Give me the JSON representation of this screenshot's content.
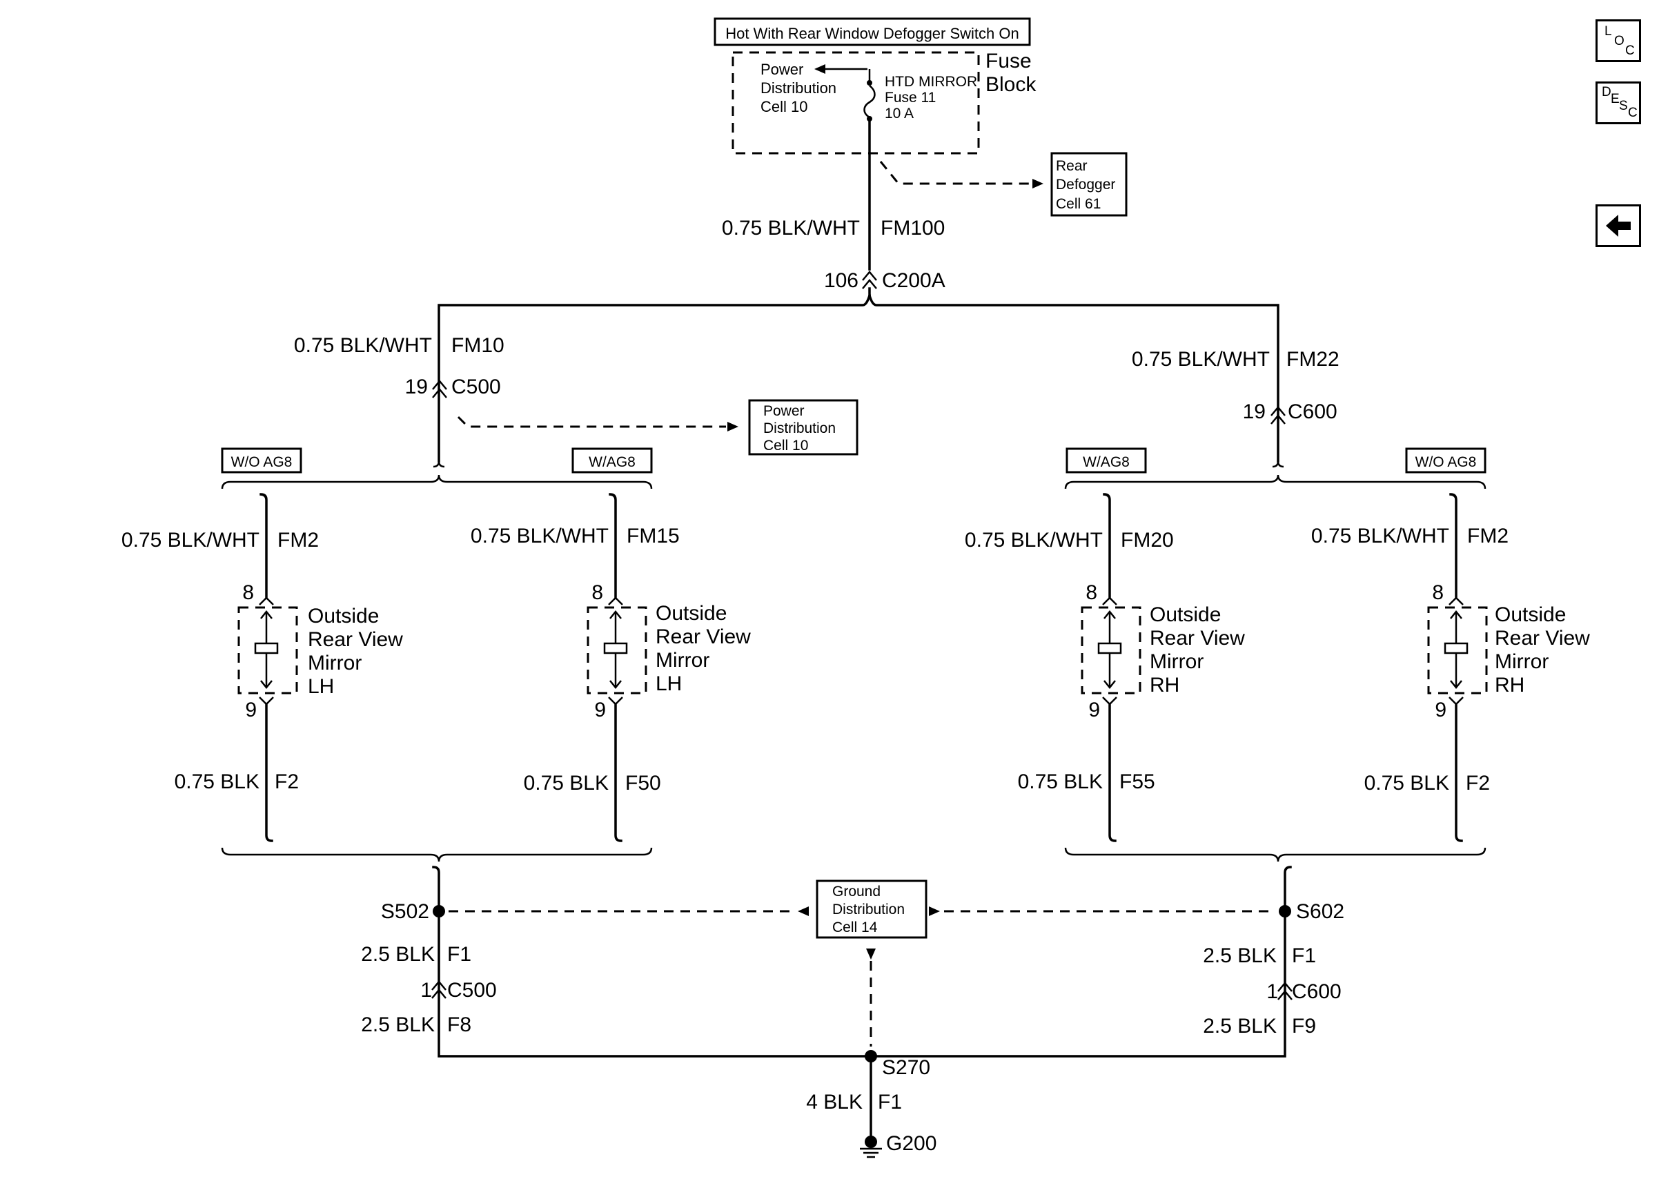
{
  "header": {
    "caption": "Hot With Rear Window Defogger Switch On"
  },
  "fuse_block": {
    "title_line1": "Fuse",
    "title_line2": "Block",
    "ref_line1": "Power",
    "ref_line2": "Distribution",
    "ref_line3": "Cell 10",
    "fuse_name": "HTD MIRROR",
    "fuse_num": "Fuse 11",
    "fuse_amp": "10 A"
  },
  "refs": {
    "rear_defogger": {
      "line1": "Rear",
      "line2": "Defogger",
      "line3": "Cell 61"
    },
    "power_dist": {
      "line1": "Power",
      "line2": "Distribution",
      "line3": "Cell 10"
    },
    "ground_dist": {
      "line1": "Ground",
      "line2": "Distribution",
      "line3": "Cell 14"
    }
  },
  "wires": {
    "fm100": {
      "gauge": "0.75 BLK/WHT",
      "circuit": "FM100"
    },
    "fm10": {
      "gauge": "0.75 BLK/WHT",
      "circuit": "FM10"
    },
    "fm22": {
      "gauge": "0.75 BLK/WHT",
      "circuit": "FM22"
    },
    "m1_top": {
      "gauge": "0.75 BLK/WHT",
      "circuit": "FM2"
    },
    "m2_top": {
      "gauge": "0.75 BLK/WHT",
      "circuit": "FM15"
    },
    "m3_top": {
      "gauge": "0.75 BLK/WHT",
      "circuit": "FM20"
    },
    "m4_top": {
      "gauge": "0.75 BLK/WHT",
      "circuit": "FM2"
    },
    "m1_bot": {
      "gauge": "0.75 BLK",
      "circuit": "F2"
    },
    "m2_bot": {
      "gauge": "0.75 BLK",
      "circuit": "F50"
    },
    "m3_bot": {
      "gauge": "0.75 BLK",
      "circuit": "F55"
    },
    "m4_bot": {
      "gauge": "0.75 BLK",
      "circuit": "F2"
    },
    "left_f1": {
      "gauge": "2.5 BLK",
      "circuit": "F1"
    },
    "left_f8": {
      "gauge": "2.5 BLK",
      "circuit": "F8"
    },
    "right_f1": {
      "gauge": "2.5 BLK",
      "circuit": "F1"
    },
    "right_f9": {
      "gauge": "2.5 BLK",
      "circuit": "F9"
    },
    "ground": {
      "gauge": "4 BLK",
      "circuit": "F1"
    }
  },
  "connectors": {
    "c200a": {
      "pin": "106",
      "name": "C200A"
    },
    "c500_top": {
      "pin": "19",
      "name": "C500"
    },
    "c600_top": {
      "pin": "19",
      "name": "C600"
    },
    "c500_bot": {
      "pin": "1",
      "name": "C500"
    },
    "c600_bot": {
      "pin": "1",
      "name": "C600"
    }
  },
  "options": {
    "wo_ag8_left": "W/O AG8",
    "w_ag8_left": "W/AG8",
    "w_ag8_right": "W/AG8",
    "wo_ag8_right": "W/O AG8"
  },
  "mirrors": [
    {
      "line1": "Outside",
      "line2": "Rear View",
      "line3": "Mirror",
      "line4": "LH",
      "pin_top": "8",
      "pin_bot": "9"
    },
    {
      "line1": "Outside",
      "line2": "Rear View",
      "line3": "Mirror",
      "line4": "LH",
      "pin_top": "8",
      "pin_bot": "9"
    },
    {
      "line1": "Outside",
      "line2": "Rear View",
      "line3": "Mirror",
      "line4": "RH",
      "pin_top": "8",
      "pin_bot": "9"
    },
    {
      "line1": "Outside",
      "line2": "Rear View",
      "line3": "Mirror",
      "line4": "RH",
      "pin_top": "8",
      "pin_bot": "9"
    }
  ],
  "splices": {
    "s502": "S502",
    "s602": "S602",
    "s270": "S270"
  },
  "ground": {
    "name": "G200"
  },
  "nav": {
    "loc": {
      "l1": "L",
      "l2": "O",
      "l3": "C"
    },
    "desc": {
      "l1": "D",
      "l2": "E",
      "l3": "S",
      "l4": "C"
    }
  }
}
